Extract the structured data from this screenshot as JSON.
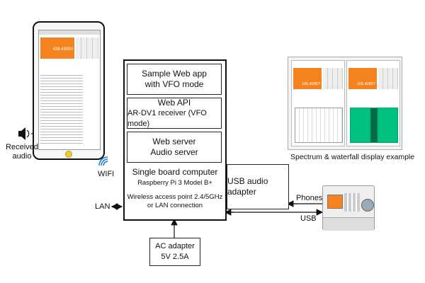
{
  "core": {
    "webapp": [
      "Sample Web app",
      "with VFO mode"
    ],
    "webapi": [
      "Web API",
      "AR-DV1 receiver (VFO mode)"
    ],
    "server": [
      "Web server",
      "Audio server"
    ],
    "sbc_title": "Single board computer",
    "sbc_model": "Raspberry Pi 3 Model B+",
    "sbc_net": [
      "Wireless access point 2.4/5GHz",
      "or LAN connection"
    ]
  },
  "usb_adapter": "USB audio adapter",
  "ac_adapter": [
    "AC adapter",
    "5V 2.5A"
  ],
  "labels": {
    "wifi": "WIFI",
    "lan": "LAN",
    "phones": "Phones",
    "usb": "USB",
    "received_audio": [
      "Received",
      "audio"
    ],
    "spectrum_caption": "Spectrum & waterfall display example"
  },
  "tablet_screen": {
    "frequency": "438.49950",
    "spectrum_freq_1": "105.42857",
    "spectrum_freq_2": "105.42857"
  },
  "colors": {
    "orange": "#f5821f",
    "waterfall": "#00c080",
    "wifi_blue": "#1f7fd6"
  }
}
